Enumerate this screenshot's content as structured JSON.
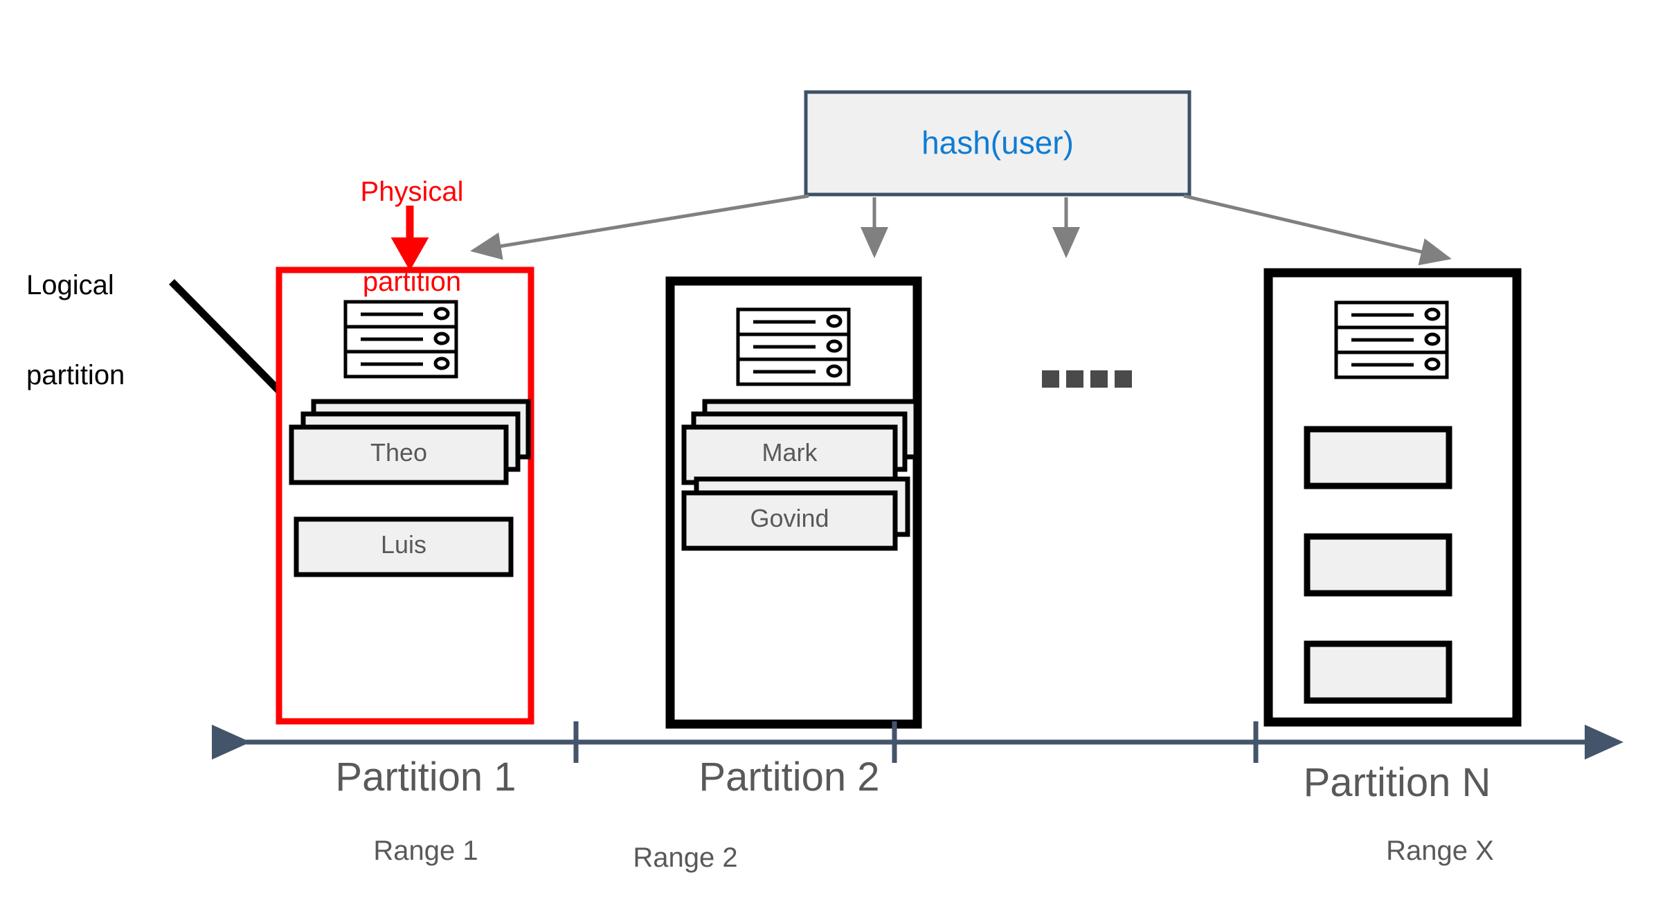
{
  "diagram": {
    "title_hash_box": "hash(user)",
    "annotations": {
      "physical_partition": "Physical\npartition",
      "physical_partition_line1": "Physical",
      "physical_partition_line2": "partition",
      "logical_partition_line1": "Logical",
      "logical_partition_line2": "partition",
      "ellipsis": "...."
    },
    "colors": {
      "physical_partition_red": "#FF0000",
      "hash_box_border": "#3B5166",
      "hash_box_fill": "#F0F0F0",
      "hash_text_blue": "#0F7CD4",
      "axis_slate": "#44546A",
      "arrow_gray": "#808080",
      "partition_border_black": "#000000",
      "card_fill": "#F0F0F0",
      "card_text_gray": "#595959",
      "ellipsis_gray": "#4A4A4A"
    },
    "partitions": [
      {
        "id": "partition-1",
        "axis_label": "Partition 1",
        "range_label": "Range 1",
        "border_color": "#FF0000",
        "server_icon": "server-rack-icon",
        "items": [
          {
            "label": "Theo",
            "stack_count": 3
          },
          {
            "label": "Luis",
            "stack_count": 1
          }
        ]
      },
      {
        "id": "partition-2",
        "axis_label": "Partition 2",
        "range_label": "Range 2",
        "border_color": "#000000",
        "server_icon": "server-rack-icon",
        "items": [
          {
            "label": "Mark",
            "stack_count": 3
          },
          {
            "label": "Govind",
            "stack_count": 2
          }
        ]
      },
      {
        "id": "partition-n",
        "axis_label": "Partition N",
        "range_label": "Range X",
        "border_color": "#000000",
        "server_icon": "server-rack-icon",
        "items": [
          {
            "label": "",
            "stack_count": 1
          },
          {
            "label": "",
            "stack_count": 1
          },
          {
            "label": "",
            "stack_count": 1
          }
        ]
      }
    ]
  }
}
